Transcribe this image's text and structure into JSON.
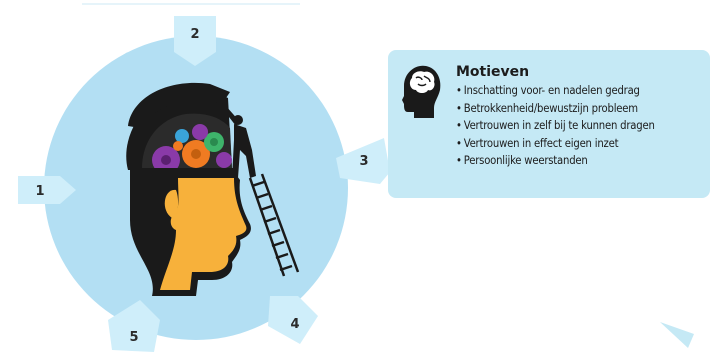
{
  "steps": [
    "1",
    "2",
    "3",
    "4",
    "5"
  ],
  "panel": {
    "title": "Motieven",
    "items": [
      "Inschatting voor- en nadelen gedrag",
      "Betrokkenheid/bewustzijn probleem",
      "Vertrouwen in zelf bij te kunnen dragen",
      "Vertrouwen in effect eigen inzet",
      "Persoonlijke weerstanden"
    ],
    "icon": "head-brain-icon"
  },
  "colors": {
    "circle": "#b3dff3",
    "marker": "#cfeefa",
    "head": "#f7b13b",
    "head_dark": "#1a1a1a",
    "panel": "#c5e9f5",
    "gear_purple": "#8a3aa8",
    "gear_orange": "#f07b22",
    "gear_green": "#3eb46b",
    "gear_blue": "#3aa3d8"
  }
}
